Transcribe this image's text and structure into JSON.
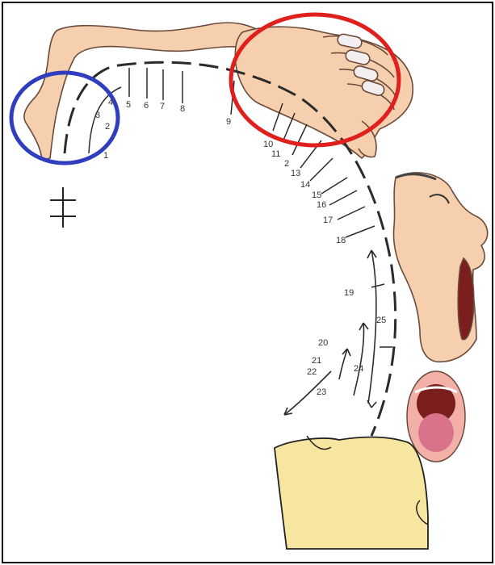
{
  "colors": {
    "frame": "#000000",
    "arc": "#2b2b2b",
    "skin": "#f6cfae",
    "skin_outline": "#6b4a3a",
    "nail": "#f3eff0",
    "mouth": "#7a1e1e",
    "tongue": "#d9738a",
    "tray": "#f7e6a0",
    "blue_circle": "#2f3dbf",
    "red_circle": "#e0201c"
  },
  "icons": [
    "hand-illustration",
    "face-illustration",
    "open-mouth-illustration",
    "tray-illustration",
    "crosshair-mark"
  ],
  "tick_numbers": [
    "1",
    "2",
    "3",
    "4",
    "5",
    "6",
    "7",
    "8",
    "9",
    "10",
    "11",
    "2",
    "13",
    "14",
    "15",
    "16",
    "17",
    "18",
    "19",
    "20",
    "21",
    "22",
    "23",
    "24",
    "25"
  ]
}
